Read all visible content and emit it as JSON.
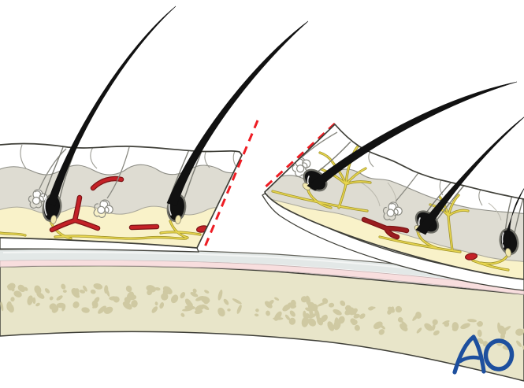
{
  "logo": {
    "text": "AO",
    "color": "#1d4f9e"
  },
  "palette": {
    "bone": "#e8e5c9",
    "trabecula": "#cfc9a2",
    "periosteum_pink": "#f8dede",
    "pink_edge": "#c7b4b4",
    "subgaleal_gray": "#e3e8e7",
    "dermis": "#dedcd2",
    "fat": "#f9f2c9",
    "vessel_red": "#c42127",
    "vessel_dark": "#7c1416",
    "nerve_yellow": "#e8d64f",
    "nerve_outline": "#a2952b",
    "incision_red": "#ee1d24",
    "hair_black": "#111111",
    "outline_dark": "#3f3f38",
    "outline_gray": "#8d8d85",
    "logo_blue": "#1d4f9e"
  },
  "semantics": {
    "illustration": "scalp-incision-cross-section",
    "elements": [
      "left-scalp-flap",
      "right-scalp-flap",
      "incision-dashed-line",
      "epidermis-layer",
      "dermis-layer",
      "subcutaneous-fat-layer",
      "galea-underside-strip",
      "subgaleal-loose-tissue-layer",
      "periosteum-layer",
      "skull-bone-layer",
      "trabecular-bone-texture",
      "hair-shaft",
      "hair-follicle-bulb",
      "sweat-gland",
      "gland-duct",
      "blood-vessel",
      "nerve-branch",
      "ao-logo"
    ]
  }
}
